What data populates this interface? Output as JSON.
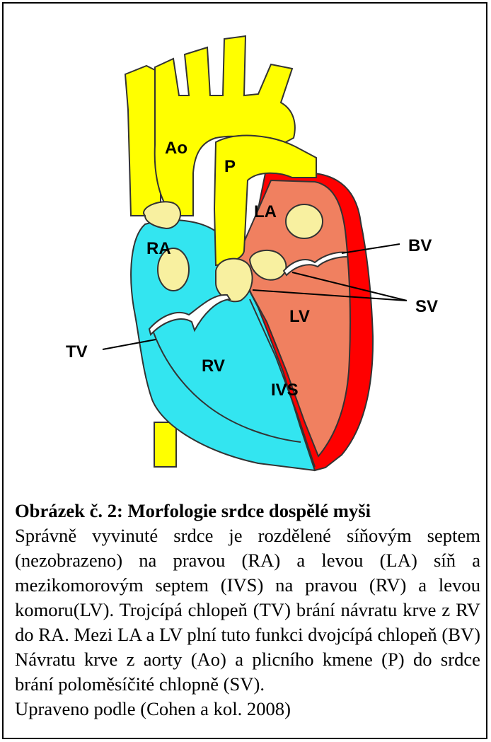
{
  "figure": {
    "labels": {
      "ao": "Ao",
      "p": "P",
      "la": "LA",
      "ra": "RA",
      "lv": "LV",
      "rv": "RV",
      "ivs": "IVS",
      "tv": "TV",
      "bv": "BV",
      "sv": "SV"
    },
    "colors": {
      "vessels": "#ffff00",
      "right_heart": "#33e5f0",
      "left_heart": "#f08060",
      "left_wall": "#ff0000",
      "valves": "#f8f0a0"
    }
  },
  "caption": {
    "title": "Obrázek č. 2: Morfologie srdce dospělé myši",
    "body": "Správně vyvinuté srdce je rozdělené síňovým septem (nezobrazeno) na pravou (RA) a levou (LA) síň a mezikomorovým septem (IVS) na pravou (RV) a levou komoru(LV). Trojcípá chlopeň (TV) brání návratu krve z RV do RA. Mezi LA a LV plní tuto funkci dvojcípá chlopeň (BV) Návratu krve z aorty (Ao) a plicního kmene (P) do srdce brání poloměsíčité chlopně (SV).",
    "source": "Upraveno podle (Cohen a kol. 2008)"
  }
}
